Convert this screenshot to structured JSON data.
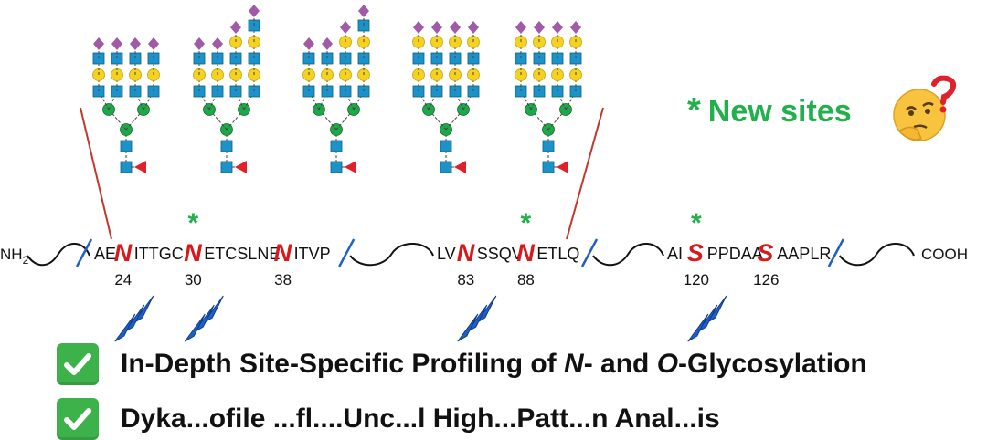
{
  "legend": {
    "star": "*",
    "label": "New sites"
  },
  "emoji_name": "thinking-face-question-icon",
  "sequence": {
    "nterm": "NH",
    "nterm_sub": "2",
    "cterm": "COOH",
    "tokens": [
      {
        "t": "AE",
        "s": "n"
      },
      {
        "t": "N",
        "s": "site",
        "pos": "24",
        "new": false,
        "mark": true
      },
      {
        "t": "ITTGC",
        "s": "n"
      },
      {
        "t": "N",
        "s": "site",
        "pos": "30",
        "new": true,
        "mark": true
      },
      {
        "t": "ETCSLNE",
        "s": "n"
      },
      {
        "t": "N",
        "s": "site",
        "pos": "38",
        "new": false,
        "mark": false
      },
      {
        "t": "ITVP",
        "s": "n"
      },
      {
        "t": "LV",
        "s": "n"
      },
      {
        "t": "N",
        "s": "site",
        "pos": "83",
        "new": false,
        "mark": true
      },
      {
        "t": "SSQV",
        "s": "n"
      },
      {
        "t": "N",
        "s": "site",
        "pos": "88",
        "new": true,
        "mark": false
      },
      {
        "t": "ETLQ",
        "s": "n"
      },
      {
        "t": "AI",
        "s": "n"
      },
      {
        "t": "S",
        "s": "site",
        "pos": "120",
        "new": true,
        "mark": true
      },
      {
        "t": "PPDAA",
        "s": "n"
      },
      {
        "t": "S",
        "s": "site",
        "pos": "126",
        "new": false,
        "mark": false
      },
      {
        "t": "AAPLR",
        "s": "n"
      }
    ]
  },
  "glycans": [
    {
      "antennae": 4,
      "level": [
        3,
        3,
        3,
        3
      ]
    },
    {
      "antennae": 4,
      "level": [
        3,
        3,
        4,
        5
      ]
    },
    {
      "antennae": 4,
      "level": [
        3,
        3,
        4,
        5
      ]
    },
    {
      "antennae": 4,
      "level": [
        4,
        4,
        4,
        4
      ]
    },
    {
      "antennae": 4,
      "level": [
        4,
        4,
        4,
        4
      ]
    }
  ],
  "colors": {
    "site_red": "#d7191c",
    "new_star": "#21b04b",
    "hexnac": "#1b93c9",
    "mannose": "#1fa84a",
    "galactose": "#f5d21f",
    "sialic": "#a05aa8",
    "fucose": "#e0202a",
    "fragment": "#1f5fc7"
  },
  "checks": [
    {
      "parts": [
        {
          "text": "In-Depth Site-Specific Profiling of ",
          "italic": false
        },
        {
          "text": "N",
          "italic": true
        },
        {
          "text": "- and ",
          "italic": false
        },
        {
          "text": "O",
          "italic": true
        },
        {
          "text": "-Glycosylation",
          "italic": false
        }
      ]
    },
    {
      "parts": [
        {
          "text": "Dyka...ofile ...fl....Unc...l High...Patt...n Anal...is",
          "italic": false
        }
      ]
    }
  ]
}
